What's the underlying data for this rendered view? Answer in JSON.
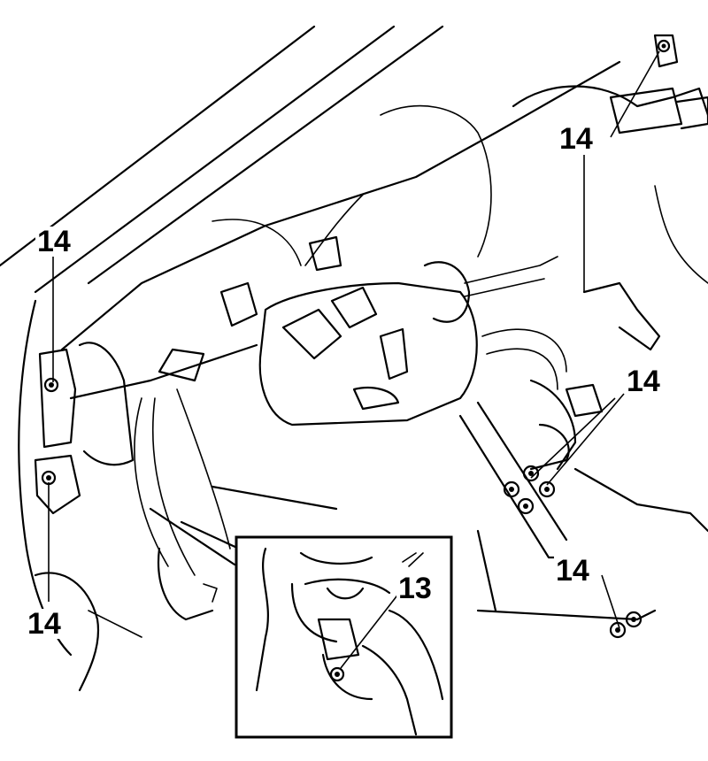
{
  "callouts": {
    "bolt_label_left_top": "14",
    "bolt_label_left_bottom": "14",
    "bolt_label_right_top": "14",
    "bolt_label_right_middle": "14",
    "bolt_label_right_bottom": "14",
    "inset_label": "13"
  },
  "colors": {
    "line": "#000000",
    "background": "#ffffff"
  }
}
